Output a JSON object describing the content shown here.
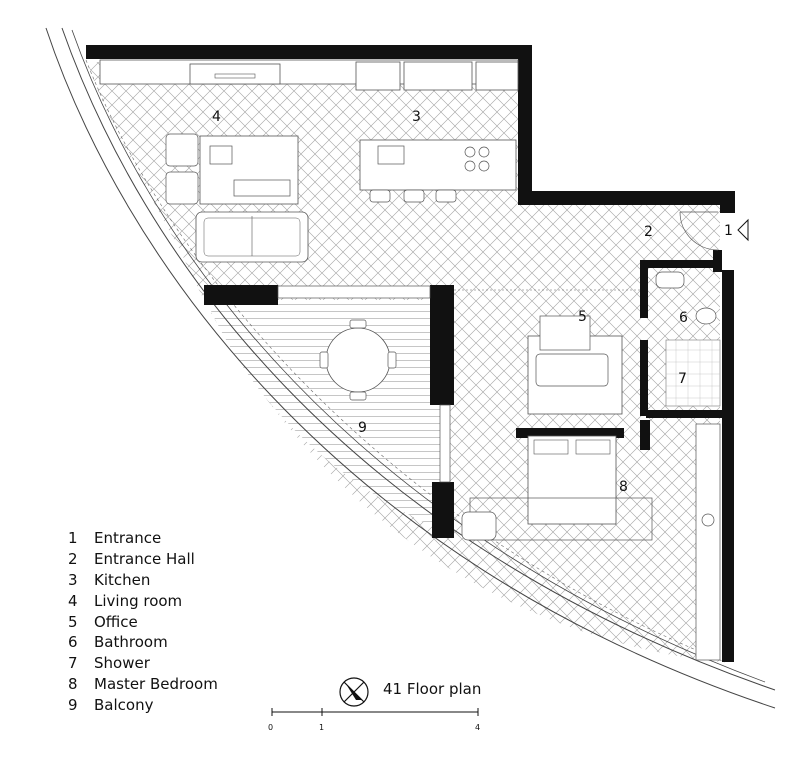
{
  "rooms": [
    {
      "num": "1",
      "name": "Entrance"
    },
    {
      "num": "2",
      "name": "Entrance Hall"
    },
    {
      "num": "3",
      "name": "Kitchen"
    },
    {
      "num": "4",
      "name": "Living room"
    },
    {
      "num": "5",
      "name": "Office"
    },
    {
      "num": "6",
      "name": "Bathroom"
    },
    {
      "num": "7",
      "name": "Shower"
    },
    {
      "num": "8",
      "name": "Master Bedroom"
    },
    {
      "num": "9",
      "name": "Balcony"
    }
  ],
  "title": "41 Floor plan",
  "scale": {
    "labels": [
      "0",
      "1",
      "4"
    ]
  },
  "colors": {
    "wall": "#111111",
    "line": "#555555",
    "hatch": "#9a9a9a",
    "background": "#ffffff"
  },
  "icons": [
    "north-arrow-icon",
    "entrance-triangle-icon"
  ]
}
